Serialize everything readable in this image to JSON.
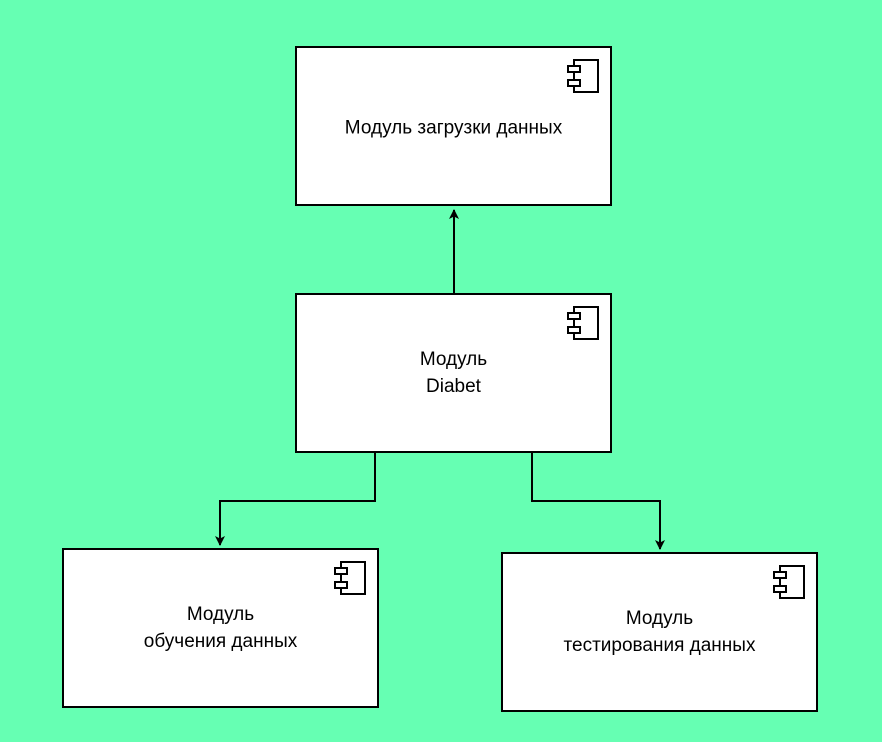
{
  "diagram": {
    "nodes": [
      {
        "id": "loader",
        "label": "Модуль загрузки данных"
      },
      {
        "id": "diabet",
        "label": "Модуль\nDiabet"
      },
      {
        "id": "train",
        "label": "Модуль\nобучения данных"
      },
      {
        "id": "test",
        "label": "Модуль\nтестирования данных"
      }
    ],
    "edges": [
      {
        "from": "diabet",
        "to": "loader"
      },
      {
        "from": "diabet",
        "to": "train"
      },
      {
        "from": "diabet",
        "to": "test"
      }
    ],
    "icon": "uml-component-icon",
    "colors": {
      "background": "#66ffb3",
      "box": "#ffffff",
      "stroke": "#000000"
    }
  }
}
